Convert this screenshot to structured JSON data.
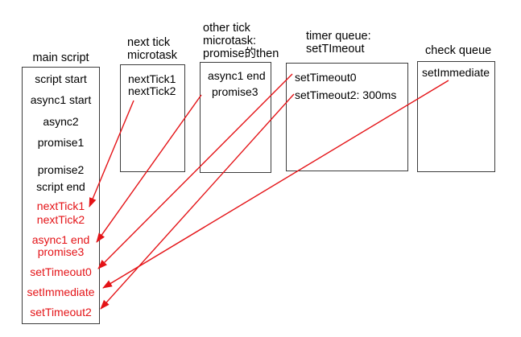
{
  "colors": {
    "accent_red": "#e41317",
    "box_border": "#3c3c3c",
    "text": "#000000",
    "background": "#ffffff"
  },
  "columns": {
    "main": {
      "title": "main script",
      "items": [
        {
          "text": "script start",
          "color": "black"
        },
        {
          "text": "async1 start",
          "color": "black"
        },
        {
          "text": "async2",
          "color": "black"
        },
        {
          "text": "promise1",
          "color": "black"
        },
        {
          "text": "promise2",
          "color": "black"
        },
        {
          "text": "script end",
          "color": "black"
        },
        {
          "text": "nextTick1",
          "color": "red"
        },
        {
          "text": "nextTick2",
          "color": "red"
        },
        {
          "text": "async1 end",
          "color": "red"
        },
        {
          "text": "promise3",
          "color": "red"
        },
        {
          "text": "setTimeout0",
          "color": "red"
        },
        {
          "text": "setImmediate",
          "color": "red"
        },
        {
          "text": "setTimeout2",
          "color": "red"
        }
      ]
    },
    "next_tick": {
      "title_lines": [
        "next tick",
        "microtask"
      ],
      "items": [
        "nextTick1",
        "nextTick2"
      ]
    },
    "other_tick": {
      "title_lines": [
        "other tick",
        "microtask:",
        "promise的then"
      ],
      "items": [
        "async1 end",
        "promise3"
      ]
    },
    "timer": {
      "title_lines": [
        "timer queue:",
        "setTImeout"
      ],
      "items": [
        "setTimeout0",
        "setTimeout2: 300ms"
      ]
    },
    "check": {
      "title_lines": [
        "check queue"
      ],
      "items": [
        "setImmediate"
      ]
    }
  },
  "arrows": [
    {
      "from": "next tick microtask: nextTick2",
      "to": "main script: nextTick1"
    },
    {
      "from": "other tick microtask: promise3",
      "to": "main script: async1 end"
    },
    {
      "from": "timer queue: setTimeout0",
      "to": "main script: setTimeout0"
    },
    {
      "from": "timer queue: setTimeout2: 300ms",
      "to": "main script: setTimeout2"
    },
    {
      "from": "check queue: setImmediate",
      "to": "main script: setImmediate"
    }
  ]
}
